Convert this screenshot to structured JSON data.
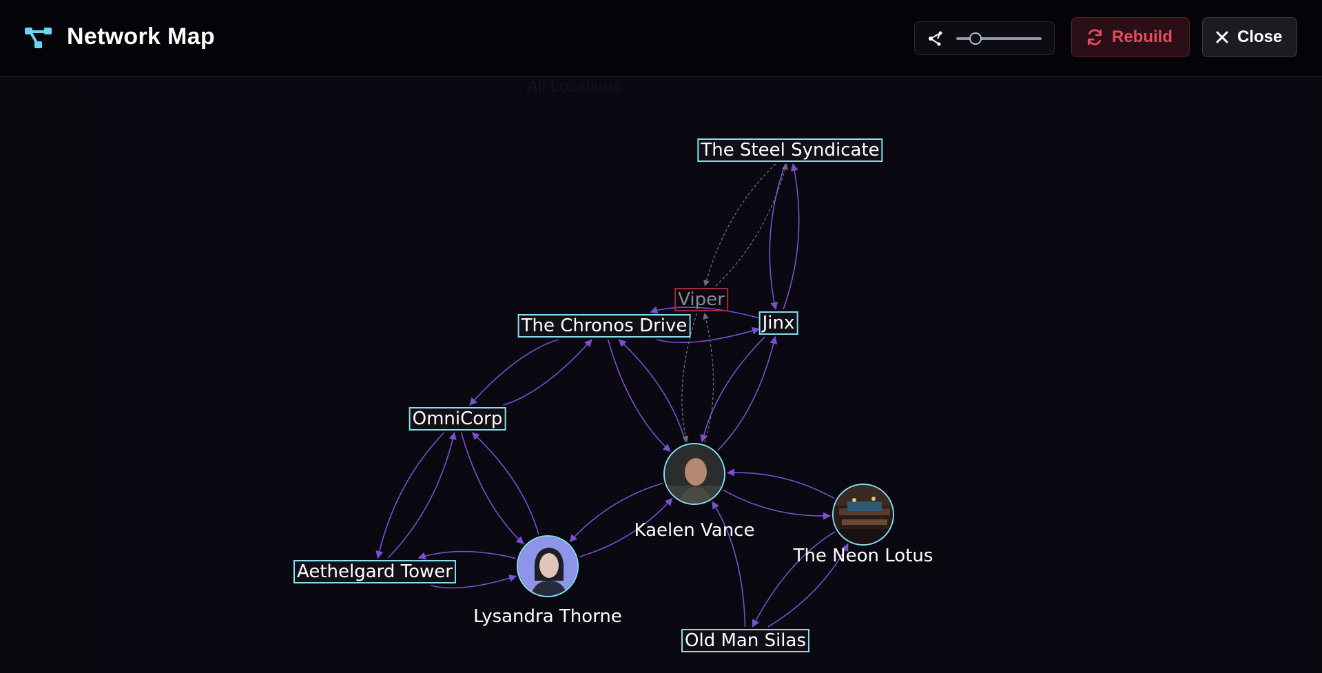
{
  "title": "Network Map",
  "toolbar": {
    "rebuild_label": "Rebuild",
    "close_label": "Close",
    "physics_level": 0.22
  },
  "background": {
    "filter_label": "All Locations"
  },
  "graph": {
    "nodes": [
      {
        "id": "steel",
        "label": "The Steel Syndicate",
        "kind": "box"
      },
      {
        "id": "viper",
        "label": "Viper",
        "kind": "box-dim"
      },
      {
        "id": "chronos",
        "label": "The Chronos Drive",
        "kind": "box"
      },
      {
        "id": "jinx",
        "label": "Jinx",
        "kind": "box"
      },
      {
        "id": "omni",
        "label": "OmniCorp",
        "kind": "box"
      },
      {
        "id": "kaelen",
        "label": "Kaelen Vance",
        "kind": "avatar"
      },
      {
        "id": "neon",
        "label": "The Neon Lotus",
        "kind": "avatar"
      },
      {
        "id": "aethel",
        "label": "Aethelgard Tower",
        "kind": "box"
      },
      {
        "id": "lysandra",
        "label": "Lysandra Thorne",
        "kind": "avatar"
      },
      {
        "id": "silas",
        "label": "Old Man Silas",
        "kind": "box"
      }
    ],
    "edges": [
      {
        "from": "steel",
        "to": "jinx",
        "style": "solid"
      },
      {
        "from": "jinx",
        "to": "steel",
        "style": "solid"
      },
      {
        "from": "steel",
        "to": "viper",
        "style": "dashed"
      },
      {
        "from": "viper",
        "to": "steel",
        "style": "dashed"
      },
      {
        "from": "chronos",
        "to": "jinx",
        "style": "solid"
      },
      {
        "from": "jinx",
        "to": "chronos",
        "style": "solid"
      },
      {
        "from": "chronos",
        "to": "omni",
        "style": "solid"
      },
      {
        "from": "omni",
        "to": "chronos",
        "style": "solid"
      },
      {
        "from": "chronos",
        "to": "kaelen",
        "style": "solid"
      },
      {
        "from": "kaelen",
        "to": "chronos",
        "style": "solid"
      },
      {
        "from": "kaelen",
        "to": "jinx",
        "style": "solid"
      },
      {
        "from": "jinx",
        "to": "kaelen",
        "style": "solid"
      },
      {
        "from": "viper",
        "to": "kaelen",
        "style": "dashed"
      },
      {
        "from": "kaelen",
        "to": "viper",
        "style": "dashed"
      },
      {
        "from": "omni",
        "to": "aethel",
        "style": "solid"
      },
      {
        "from": "aethel",
        "to": "omni",
        "style": "solid"
      },
      {
        "from": "omni",
        "to": "lysandra",
        "style": "solid"
      },
      {
        "from": "lysandra",
        "to": "omni",
        "style": "solid"
      },
      {
        "from": "aethel",
        "to": "lysandra",
        "style": "solid"
      },
      {
        "from": "lysandra",
        "to": "aethel",
        "style": "solid"
      },
      {
        "from": "lysandra",
        "to": "kaelen",
        "style": "solid"
      },
      {
        "from": "kaelen",
        "to": "lysandra",
        "style": "solid"
      },
      {
        "from": "kaelen",
        "to": "neon",
        "style": "solid"
      },
      {
        "from": "neon",
        "to": "kaelen",
        "style": "solid"
      },
      {
        "from": "silas",
        "to": "kaelen",
        "style": "solid"
      },
      {
        "from": "silas",
        "to": "neon",
        "style": "solid"
      },
      {
        "from": "neon",
        "to": "silas",
        "style": "solid"
      }
    ]
  },
  "colors": {
    "edge": "#7b4fd0",
    "edge_dashed": "#6f6f78",
    "node_border": "#86dff0",
    "node_border_dim": "#a02a3a",
    "rebuild_text": "#e54a62",
    "brand_icon": "#6fd3f5"
  }
}
